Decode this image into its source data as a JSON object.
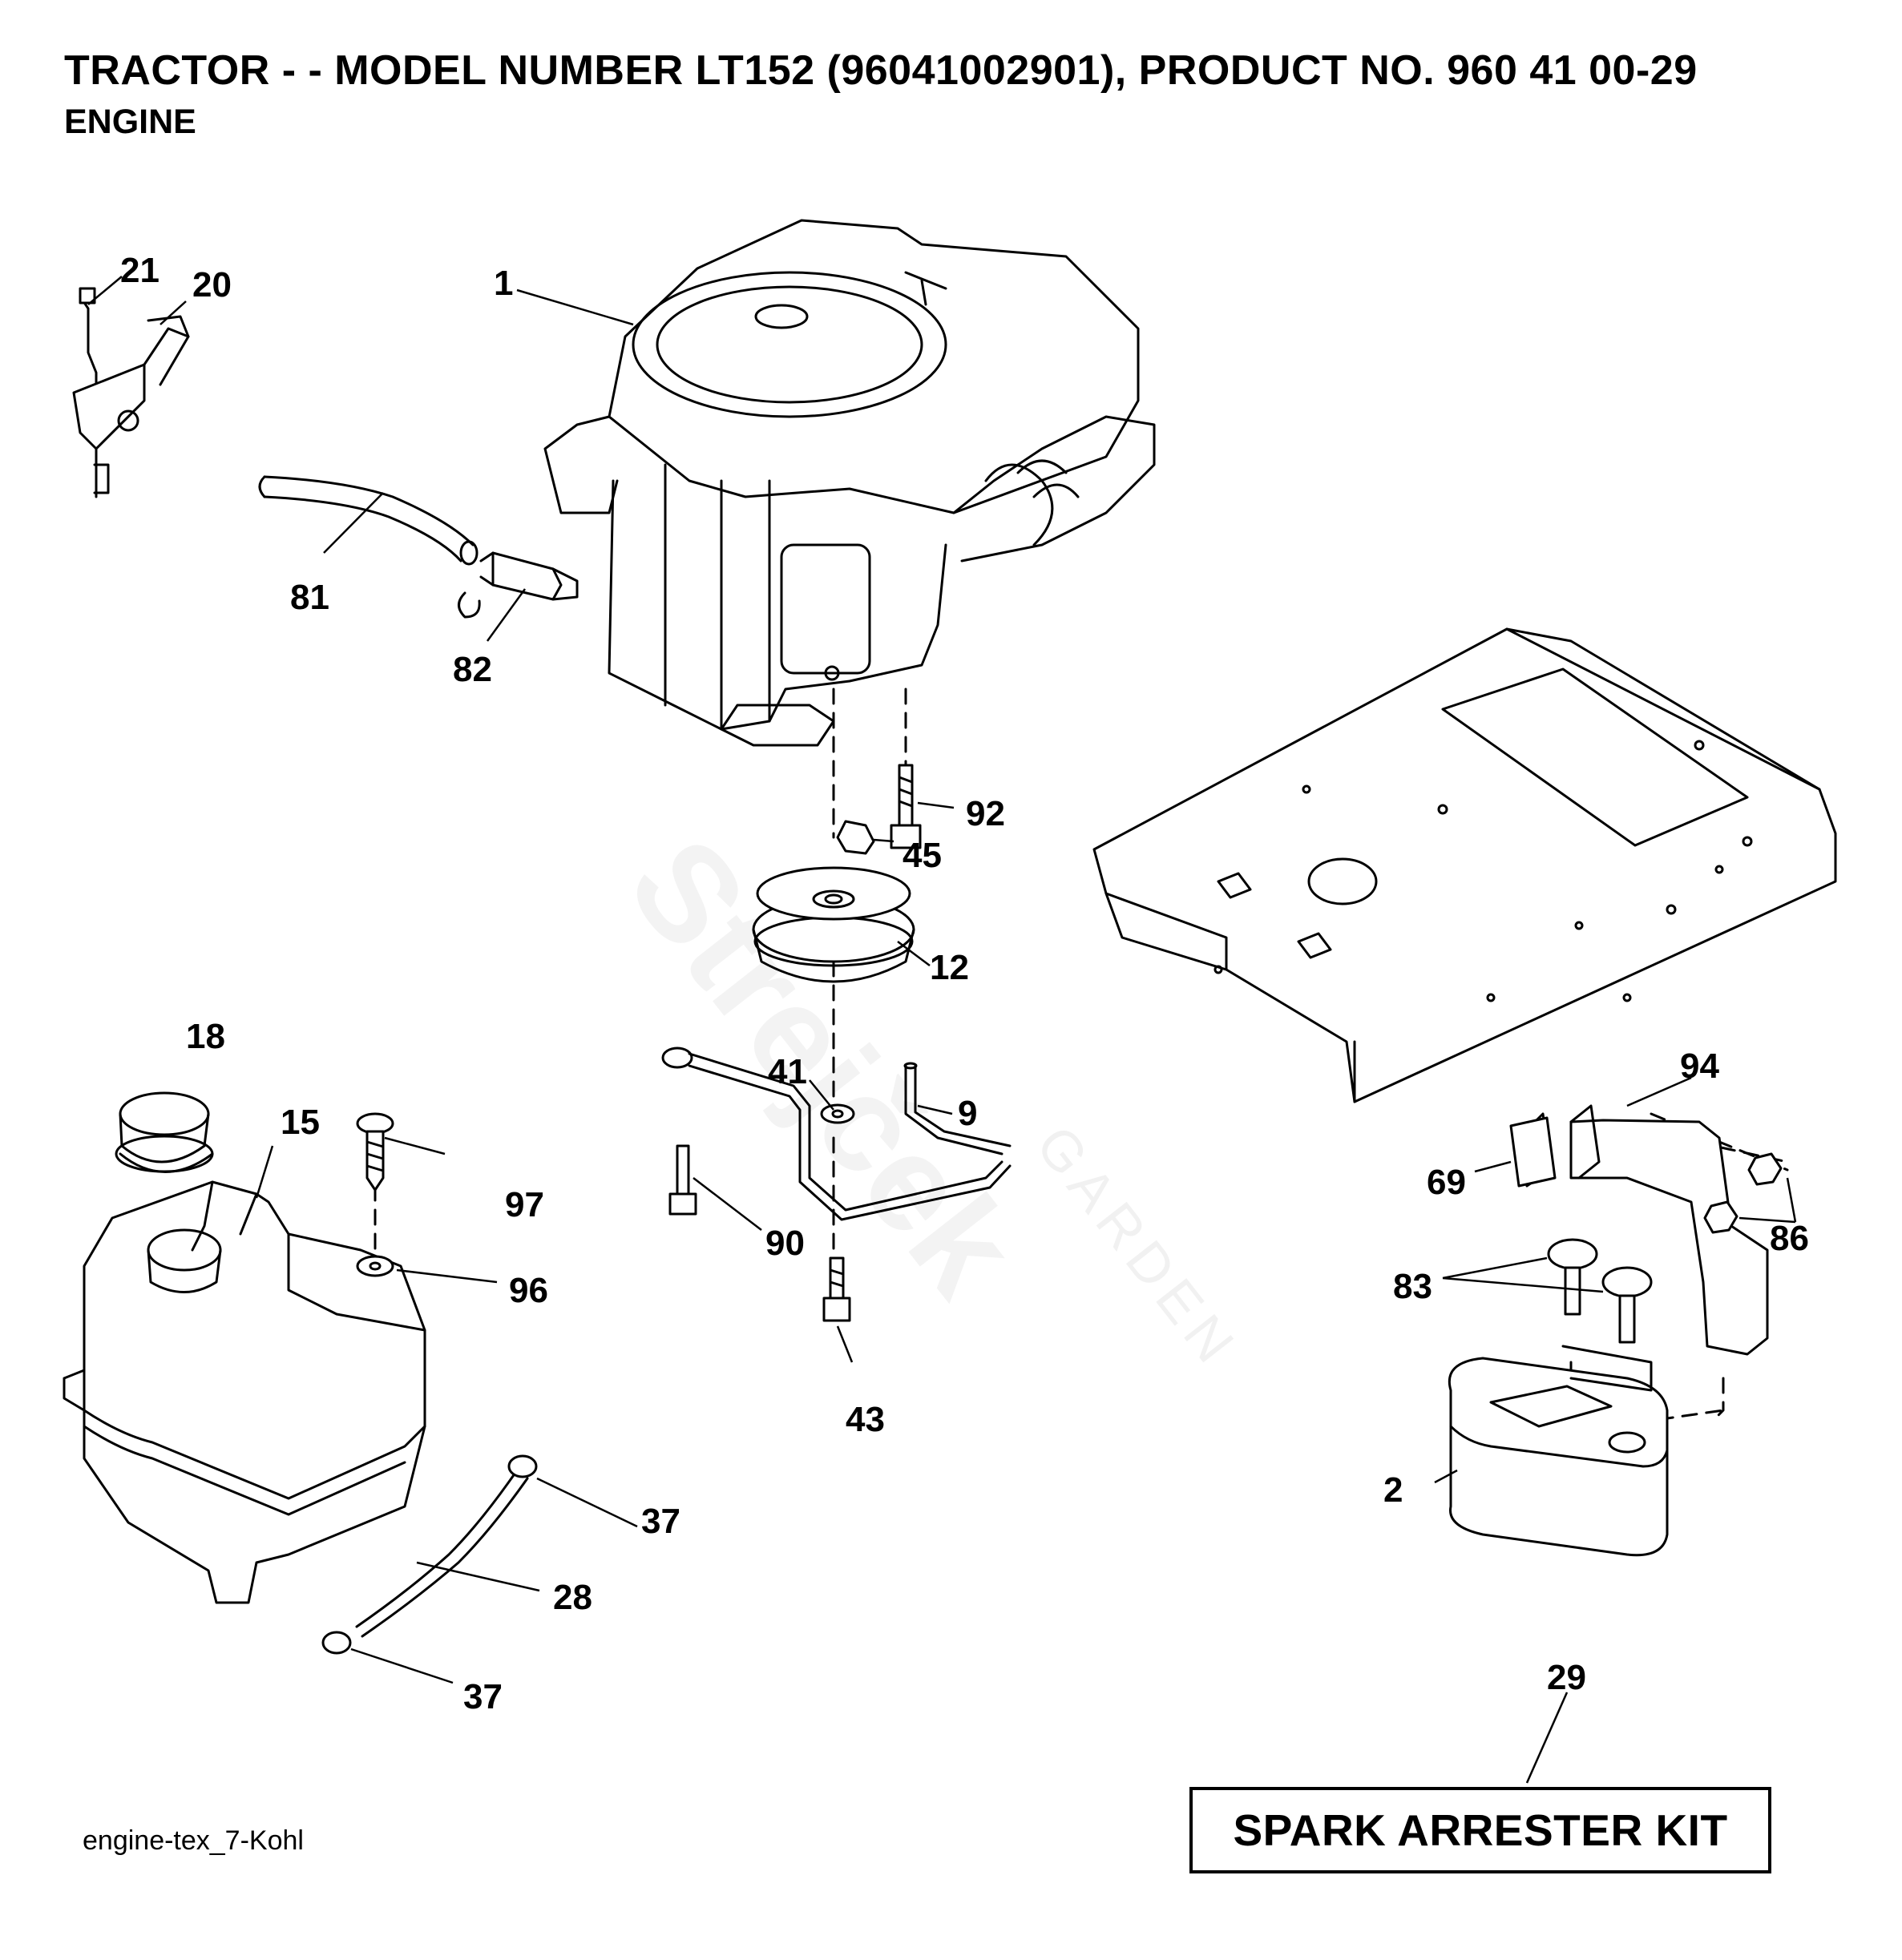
{
  "header": {
    "title": "TRACTOR - - MODEL NUMBER LT152 (96041002901), PRODUCT NO. 960 41 00-29",
    "subtitle": "ENGINE"
  },
  "callouts": {
    "c1": "1",
    "c2": "2",
    "c9": "9",
    "c12": "12",
    "c15": "15",
    "c18": "18",
    "c20": "20",
    "c21": "21",
    "c28": "28",
    "c29": "29",
    "c37a": "37",
    "c37b": "37",
    "c41": "41",
    "c43": "43",
    "c45": "45",
    "c69": "69",
    "c81": "81",
    "c82": "82",
    "c83": "83",
    "c86": "86",
    "c90": "90",
    "c92": "92",
    "c94": "94",
    "c96": "96",
    "c97": "97"
  },
  "kit_label": "SPARK ARRESTER KIT",
  "footer_code": "engine-tex_7-Kohl",
  "watermark": "Strejček",
  "watermark_sub": "GARDEN"
}
